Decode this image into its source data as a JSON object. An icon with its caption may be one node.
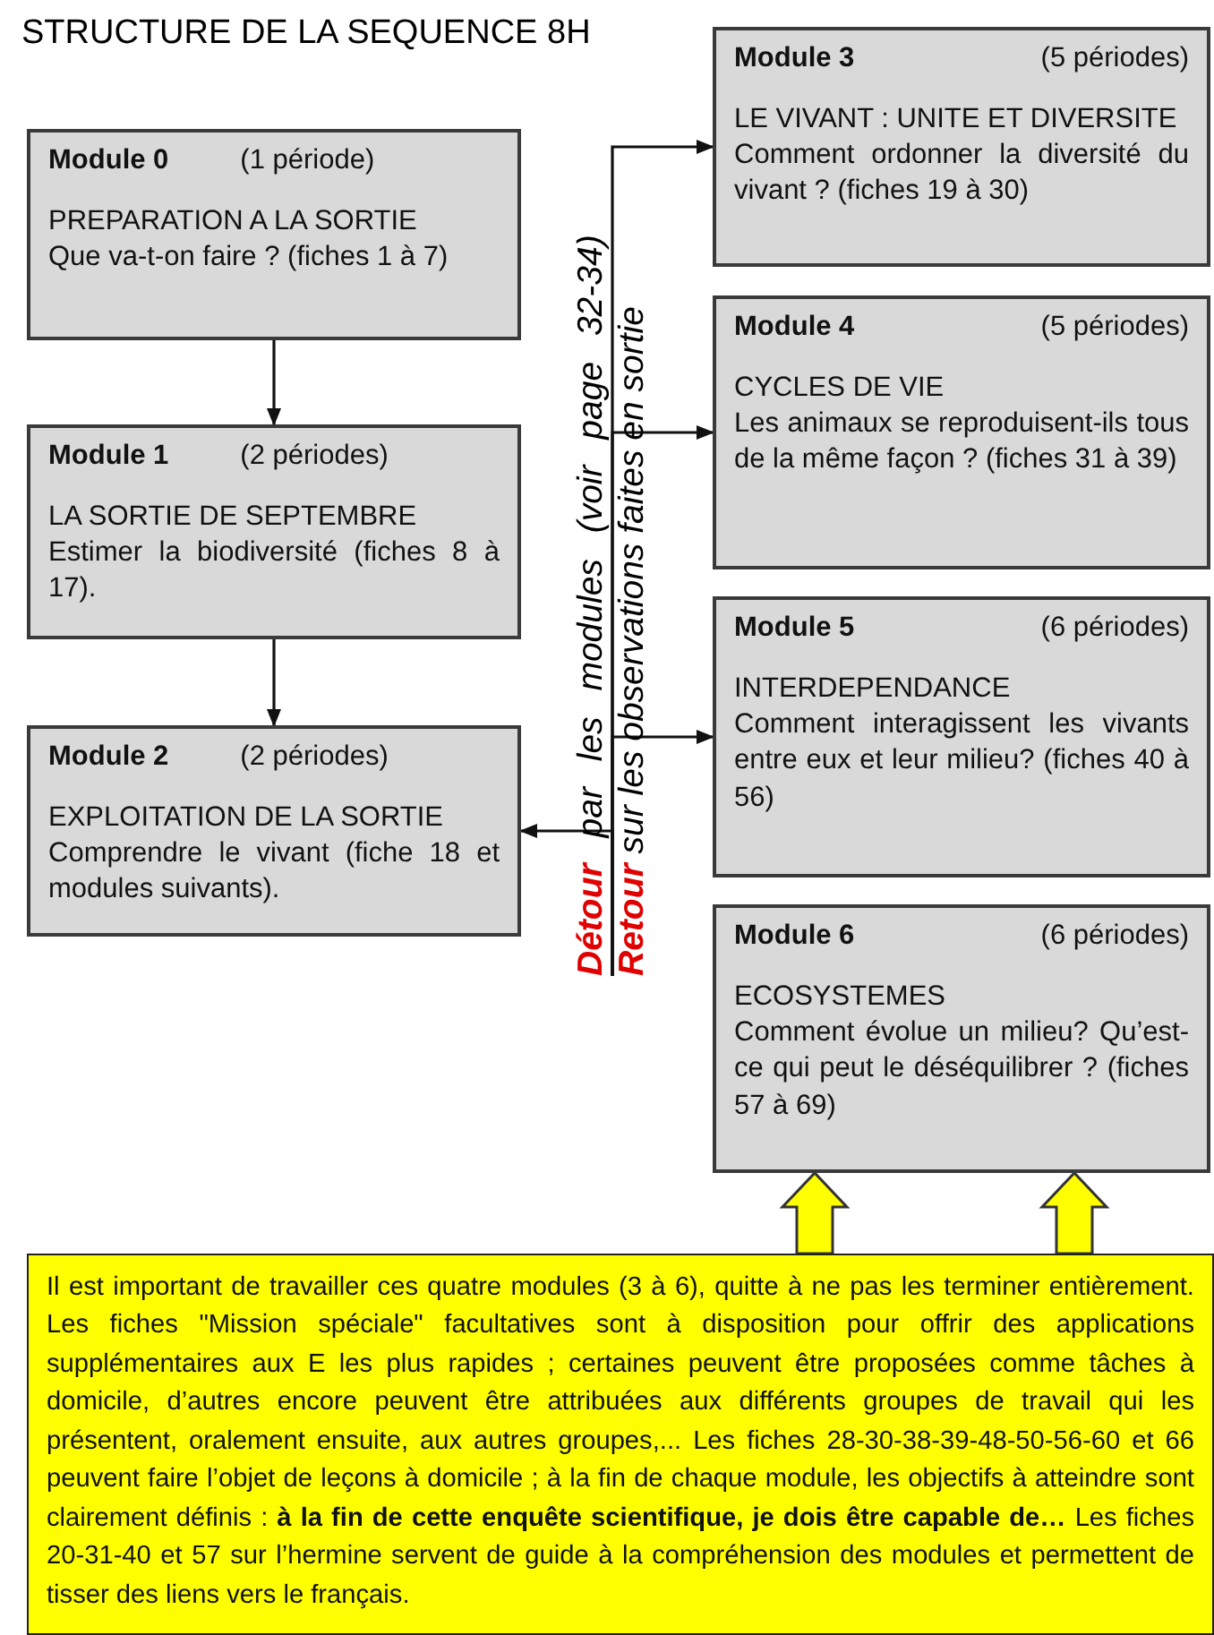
{
  "diagram": {
    "title": "STRUCTURE DE LA SEQUENCE 8H",
    "nodes": [
      {
        "text": [
          "Module 0",
          "(1 période)",
          "PREPARATION A LA SORTIE",
          "Que va-t-on faire ? (fiches 1 à 7)"
        ]
      },
      {
        "text": [
          "Module 1",
          "(2 périodes)",
          "LA SORTIE DE SEPTEMBRE",
          "Estimer la biodiversité (fiches 8 à 17)."
        ]
      },
      {
        "text": [
          "Module 2",
          "(2 périodes)",
          "EXPLOITATION DE LA SORTIE",
          "Comprendre le vivant (fiche 18 et modules suivants)."
        ]
      },
      {
        "text": [
          "Module 3",
          "(5 périodes)",
          "LE VIVANT : UNITE ET DIVERSITE",
          "Comment ordonner la diversité du vivant ? (fiches 19 à 30)"
        ]
      },
      {
        "text": [
          "Module 4",
          "(5 périodes)",
          "CYCLES DE VIE",
          "Les animaux se reproduisent-ils tous de la même façon ? (fiches 31 à 39)"
        ]
      },
      {
        "text": [
          "Module 5",
          "(6 périodes)",
          "INTERDEPENDANCE",
          "Comment interagissent les vivants entre eux et leur milieu? (fiches 40 à 56)"
        ]
      },
      {
        "text": [
          "Module 6",
          "(6 périodes)",
          "ECOSYSTEMES",
          "Comment évolue un milieu? Qu’est-ce qui peut le déséquilibrer ? (fiches 57 à 69)"
        ]
      },
      {
        "text": [
          "Il est important de travailler ces quatre modules (3 à 6), quitte à ne pas les terminer entièrement. Les fiches \"Mission spéciale\" facultatives sont à disposition pour offrir des applications supplémentaires aux E les plus rapides ; certaines peuvent être proposées comme tâches à domicile, d’autres encore peuvent être attribuées aux différents groupes de travail qui les présentent, oralement ensuite, aux autres groupes,... Les fiches 28-30-38-39-48-50-56-60 et 66 peuvent faire l’objet de leçons à domicile ; à la fin de chaque module, les objectifs à atteindre sont clairement définis : **à la fin de cette enquête scientifique, je dois être capable de…** Les fiches 20-31-40 et 57 sur l’hermine servent de guide à la compréhension des modules et permettent de tisser des liens vers le français."
        ]
      },
      {
        "text": [
          "**Détour** par les modules (voir page 32-34)"
        ]
      },
      {
        "text": [
          "**Retour** sur les observations faites en sortie"
        ]
      }
    ],
    "edges": [
      {
        "from": 0,
        "to": 1,
        "arrow": "to"
      },
      {
        "from": 1,
        "to": 2,
        "arrow": "to"
      },
      {
        "from": 9,
        "to": 2,
        "arrow": "to"
      },
      {
        "from": 8,
        "to": 3,
        "arrow": "to"
      },
      {
        "from": 8,
        "to": 4,
        "arrow": "to"
      },
      {
        "from": 8,
        "to": 5,
        "arrow": "to"
      },
      {
        "from": 7,
        "to": 6,
        "arrow": "to",
        "style": "thick",
        "color": "#ffff00"
      },
      {
        "from": 7,
        "to": 6,
        "arrow": "to",
        "style": "thick",
        "color": "#ffff00"
      }
    ]
  }
}
